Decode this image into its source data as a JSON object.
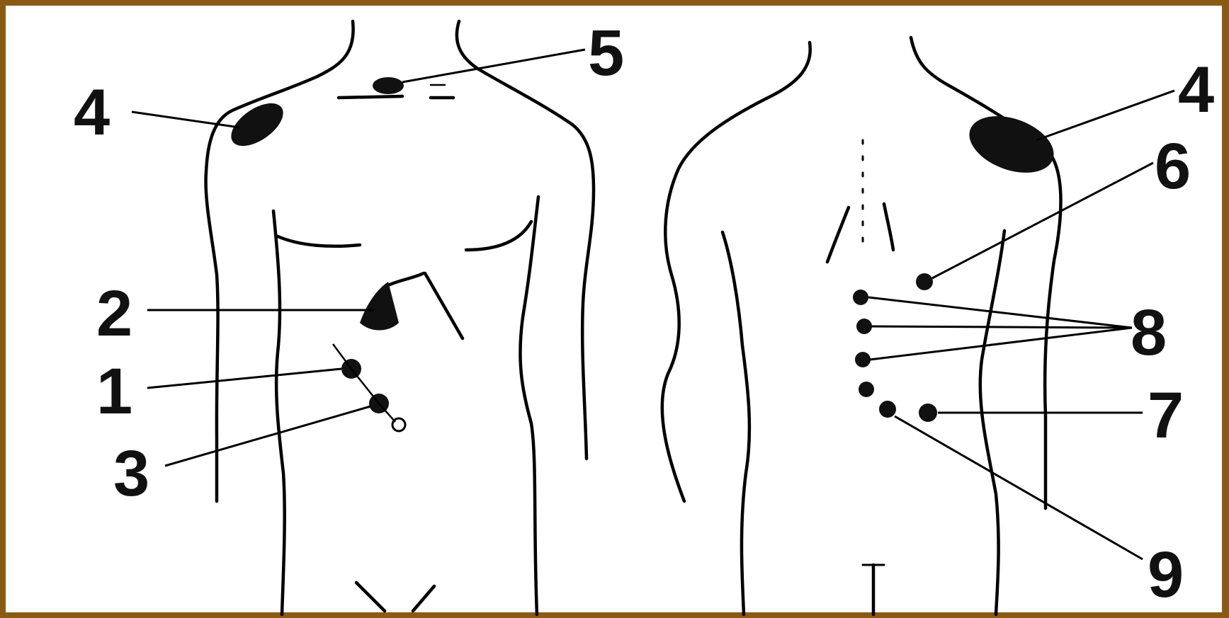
{
  "labels": {
    "l1": "1",
    "l2": "2",
    "l3": "3",
    "l4a": "4",
    "l4b": "4",
    "l5": "5",
    "l6": "6",
    "l7": "7",
    "l8": "8",
    "l9": "9"
  },
  "colors": {
    "frame": "#8a5a14",
    "ink": "#111111",
    "background": "#ffffff"
  }
}
